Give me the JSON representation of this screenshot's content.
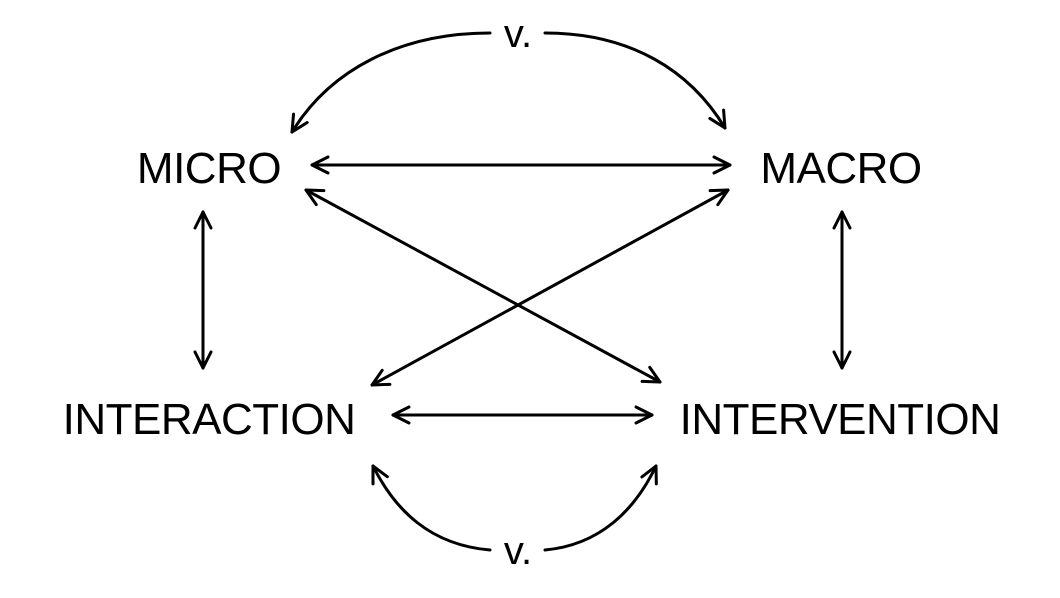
{
  "diagram": {
    "nodes": {
      "micro": "MICRO",
      "macro": "MACRO",
      "interaction": "INTERACTION",
      "intervention": "INTERVENTION"
    },
    "connectors": {
      "top": "v.",
      "bottom": "v."
    },
    "edges": [
      {
        "from": "micro",
        "to": "macro",
        "direction": "both"
      },
      {
        "from": "micro",
        "to": "interaction",
        "direction": "both"
      },
      {
        "from": "macro",
        "to": "intervention",
        "direction": "both"
      },
      {
        "from": "interaction",
        "to": "intervention",
        "direction": "both"
      },
      {
        "from": "micro",
        "to": "intervention",
        "direction": "both"
      },
      {
        "from": "macro",
        "to": "interaction",
        "direction": "both"
      },
      {
        "from": "micro",
        "to": "macro",
        "via": "top",
        "direction": "both",
        "curved": true
      },
      {
        "from": "interaction",
        "to": "intervention",
        "via": "bottom",
        "direction": "both",
        "curved": true
      }
    ],
    "stroke_color": "#000000"
  }
}
